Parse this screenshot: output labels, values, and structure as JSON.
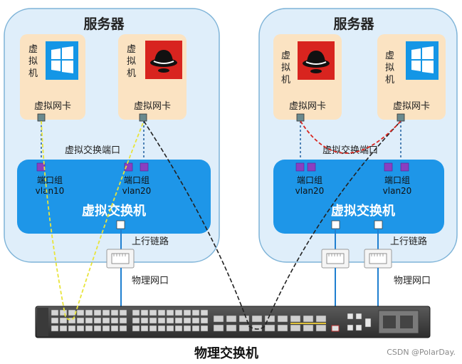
{
  "servers": [
    {
      "title": "服务器",
      "vms": [
        {
          "label": "虚拟机",
          "nic_label": "虚拟网卡",
          "os_icon": "windows-logo-icon"
        },
        {
          "label": "虚拟机",
          "nic_label": "虚拟网卡",
          "os_icon": "redhat-logo-icon"
        }
      ],
      "vswitch_port_label": "虚拟交换端口",
      "port_groups": [
        {
          "line1": "端口组",
          "line2": "vlan10"
        },
        {
          "line1": "端口组",
          "line2": "vlan20"
        }
      ],
      "vswitch_label": "虚拟交换机",
      "uplink_label": "上行链路",
      "phys_port_label": "物理网口"
    },
    {
      "title": "服务器",
      "vms": [
        {
          "label": "虚拟机",
          "nic_label": "虚拟网卡",
          "os_icon": "redhat-logo-icon"
        },
        {
          "label": "虚拟机",
          "nic_label": "虚拟网卡",
          "os_icon": "windows-logo-icon"
        }
      ],
      "vswitch_port_label": "虚拟交换端口",
      "port_groups": [
        {
          "line1": "端口组",
          "line2": "vlan20"
        },
        {
          "line1": "端口组",
          "line2": "vlan20"
        }
      ],
      "vswitch_label": "虚拟交换机",
      "uplink_label": "上行链路",
      "phys_port_label": "物理网口"
    }
  ],
  "physical_switch_label": "物理交换机",
  "watermark": "CSDN @PolarDay.",
  "colors": {
    "server_bg": "#dfeefa",
    "server_border": "#7fb4d8",
    "vm_bg": "#fbe3c2",
    "vswitch_bg": "#1e96e8",
    "port_purple": "#8a3fc0",
    "vlan10_path": "#e8e43a",
    "vlan20_path": "#222222",
    "local_vlan20_path": "#d8251f",
    "uplink_blue": "#1f7fd0"
  }
}
